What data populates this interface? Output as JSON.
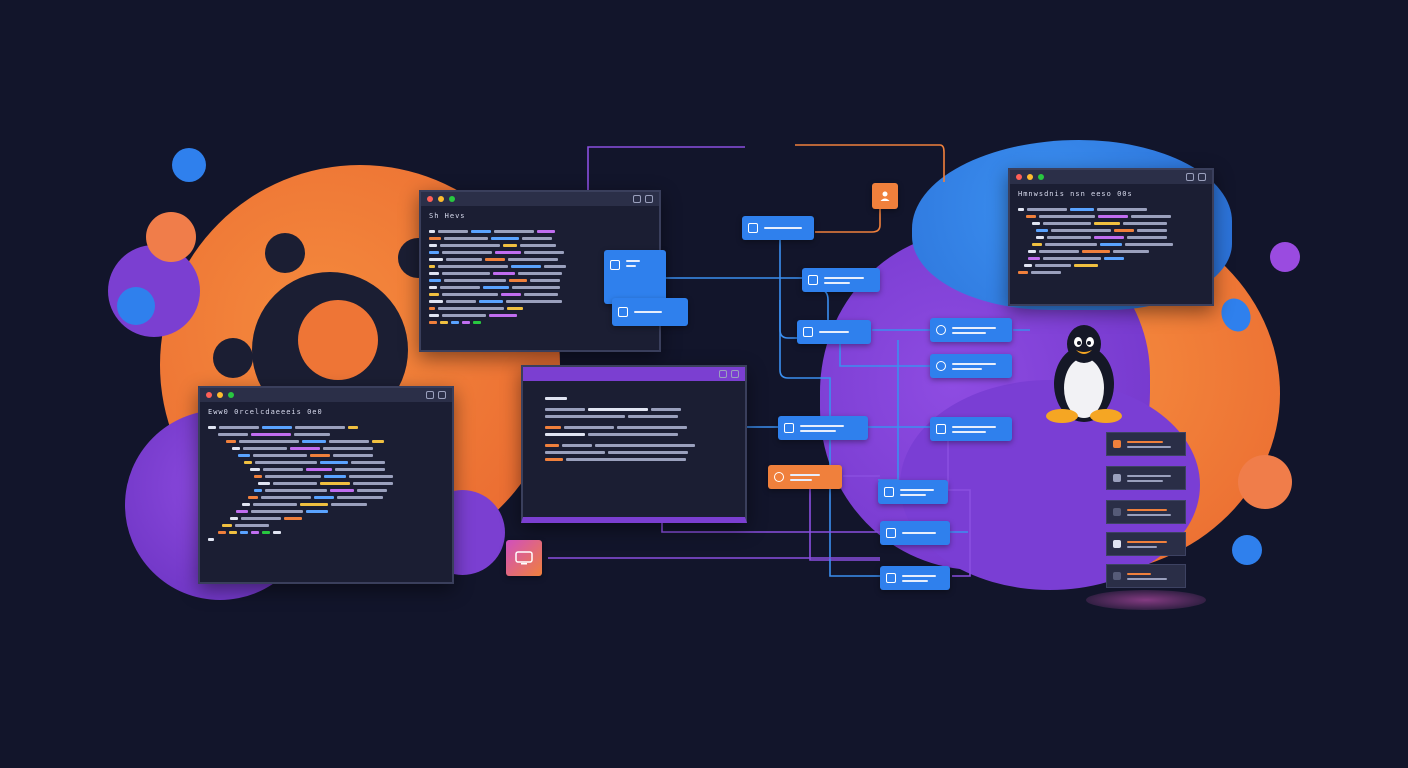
{
  "windows": {
    "top_left": {
      "title": "Sh Hevs"
    },
    "bottom_left": {
      "title": "Eww0 0rcelcdaeeeis 0e0"
    },
    "top_right": {
      "title": "Hmnwsdnis nsn eeso 00s"
    }
  },
  "colors": {
    "background": "#12152b",
    "orange": "#f0803c",
    "purple": "#7b3fd1",
    "blue": "#2f80ed",
    "window": "#1b1e33"
  },
  "icons": [
    "gear-icon",
    "penguin-icon",
    "server-rack-icon",
    "user-icon",
    "clock-icon",
    "card-icon"
  ]
}
